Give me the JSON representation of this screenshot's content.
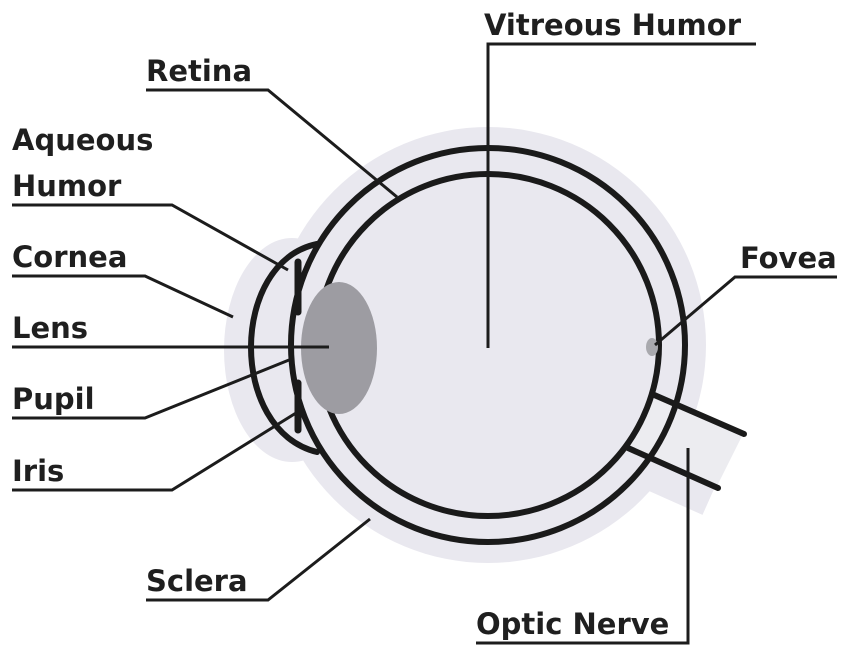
{
  "labels": {
    "vitreous_humor": "Vitreous Humor",
    "retina": "Retina",
    "aqueous_humor_line1": "Aqueous",
    "aqueous_humor_line2": "Humor",
    "cornea": "Cornea",
    "lens": "Lens",
    "pupil": "Pupil",
    "iris": "Iris",
    "sclera": "Sclera",
    "fovea": "Fovea",
    "optic_nerve": "Optic Nerve"
  },
  "colors": {
    "background": "#ffffff",
    "halo": "#e9e8ef",
    "outline": "#1a1a1a",
    "lens_fill": "#9d9ca2",
    "fovea_fill": "#a9a9ae",
    "label_text": "#1f1f1f",
    "leader_line": "#1c1c1c"
  }
}
